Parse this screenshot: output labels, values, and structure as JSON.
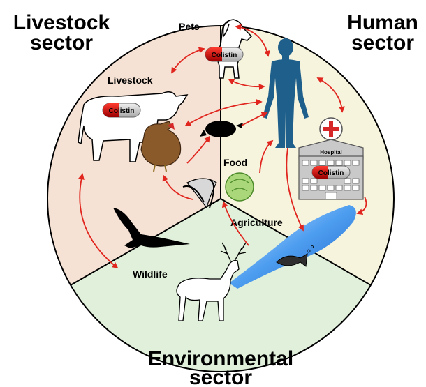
{
  "sectors": {
    "livestock": {
      "title_line1": "Livestock",
      "title_line2": "sector",
      "color": "#f6e2d4"
    },
    "human": {
      "title_line1": "Human",
      "title_line2": "sector",
      "color": "#f7f4de"
    },
    "environmental": {
      "title_line1": "Environmental",
      "title_line2": "sector",
      "color": "#e0f0da"
    }
  },
  "labels": {
    "pets": "Pets",
    "livestock": "Livestock",
    "food": "Food",
    "agriculture": "Agriculture",
    "wildlife": "Wildlife",
    "hospital": "Hospital"
  },
  "colistin": {
    "pets": "Colistin",
    "livestock": "Colistin",
    "hospital": "Colistin"
  },
  "colors": {
    "arrow": "#e0261f",
    "human": "#1f5f8b",
    "water": "#3d8fe0",
    "hospital": "#c9c9c9",
    "cross": "#d62828",
    "hen": "#8a5a2b"
  }
}
